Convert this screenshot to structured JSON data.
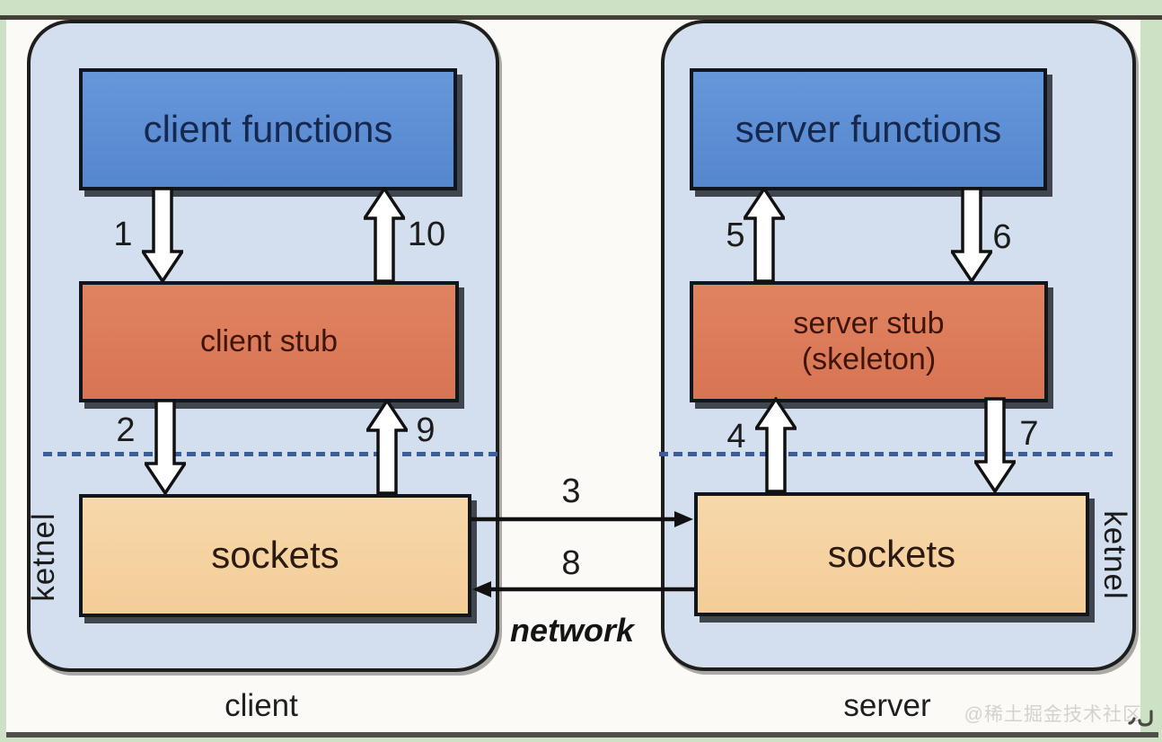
{
  "client_panel": {
    "functions_label": "client functions",
    "stub_label": "client stub",
    "sockets_label": "sockets",
    "kernel_label": "ketnel",
    "panel_label": "client",
    "step_call_down": "1",
    "step_return_up": "10",
    "step_to_socket": "2",
    "step_from_socket": "9"
  },
  "server_panel": {
    "functions_label": "server functions",
    "stub_label_line1": "server stub",
    "stub_label_line2": "(skeleton)",
    "sockets_label": "sockets",
    "kernel_label": "ketnel",
    "panel_label": "server",
    "step_up_to_functions": "5",
    "step_down_to_stub": "6",
    "step_up_to_stub": "4",
    "step_down_to_socket": "7"
  },
  "network": {
    "label": "network",
    "step_to_server": "3",
    "step_to_client": "8"
  },
  "watermark": "@稀土掘金技术社区",
  "colors": {
    "background_green": "#cde2c5",
    "page_white": "#fbfaf6",
    "panel_fill": "#d3dfee",
    "panel_border": "#1e1e1c",
    "functions_fill": "#5d90d6",
    "functions_text": "#16284e",
    "stub_fill": "#dc7b5a",
    "stub_text": "#3f150a",
    "sockets_fill": "#f6d2a0",
    "sockets_text": "#2b1a12",
    "dashed_line": "#3d5c9c",
    "arrow_fill": "#ffffff",
    "arrow_outline": "#111111"
  }
}
